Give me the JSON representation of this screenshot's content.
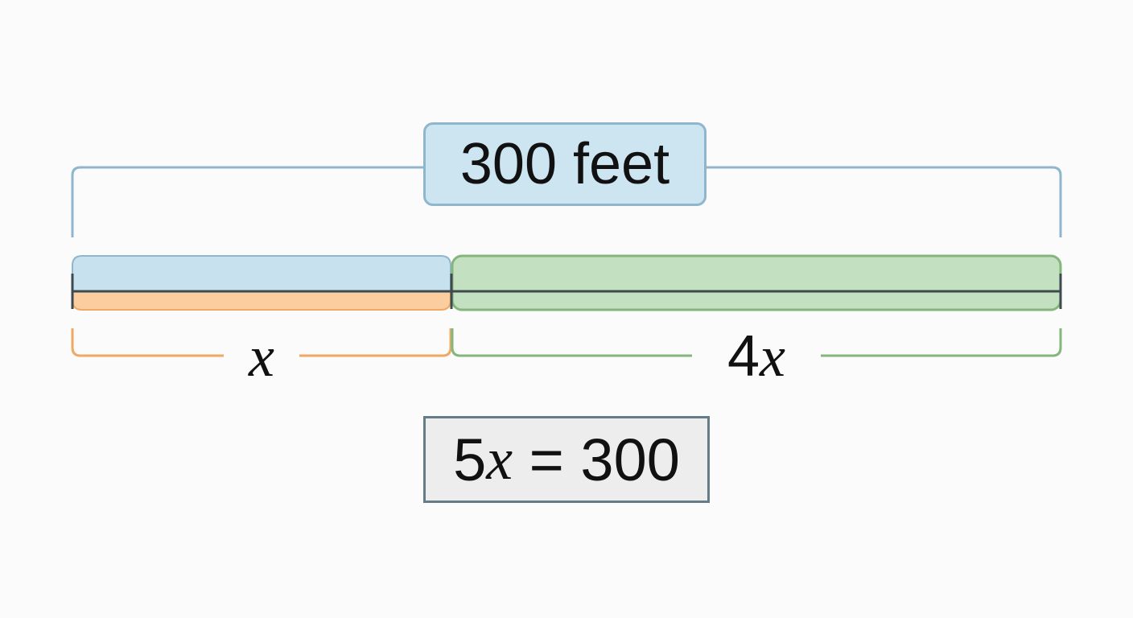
{
  "total": {
    "value": "300",
    "unit": "feet",
    "label": "300 feet"
  },
  "segments": [
    {
      "name": "x",
      "coef": "",
      "var": "x",
      "parts": 1,
      "top_color": "#c8e1ee",
      "bottom_color": "#fbcd9f",
      "brace_color": "#eea964"
    },
    {
      "name": "4x",
      "coef": "4",
      "var": "x",
      "parts": 4,
      "top_color": "#c3e0c0",
      "bottom_color": "#c3e0c0",
      "brace_color": "#84b57c"
    }
  ],
  "equation": {
    "coef": "5",
    "var": "x",
    "rest": " = 300"
  },
  "colors": {
    "bracket": "#8fb6cc",
    "axis": "#3e4a4f",
    "eq_border": "#637c88"
  }
}
